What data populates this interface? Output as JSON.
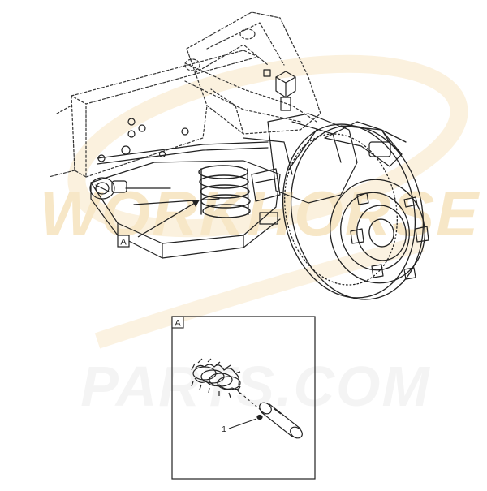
{
  "diagram": {
    "callout_main_label": "A",
    "detail_box_label": "A",
    "part_number_label": "1"
  },
  "watermark": {
    "line1": "WORKHORSE",
    "line2": "PARTS.COM",
    "color": "#f2d49a"
  },
  "colors": {
    "line": "#222222",
    "background": "#ffffff"
  }
}
